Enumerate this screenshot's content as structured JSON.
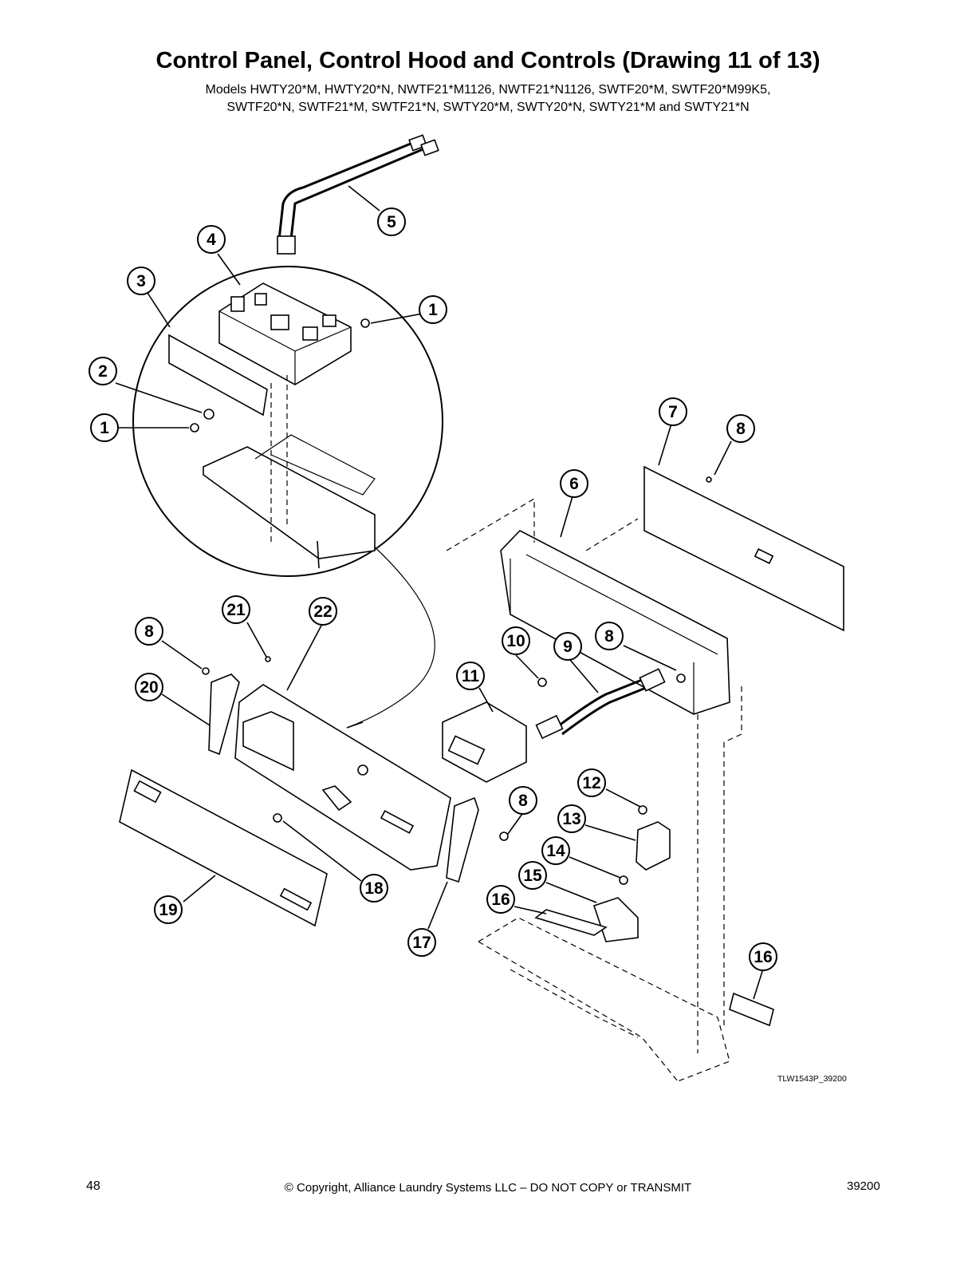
{
  "header": {
    "title": "Control Panel, Control Hood and Controls (Drawing 11 of 13)",
    "subtitle_line1": "Models HWTY20*M, HWTY20*N, NWTF21*M1126, NWTF21*N1126, SWTF20*M, SWTF20*M99K5,",
    "subtitle_line2": "SWTF20*N, SWTF21*M, SWTF21*N, SWTY20*M, SWTY20*N, SWTY21*M and SWTY21*N"
  },
  "diagram": {
    "drawing_id": "TLW1543P_39200",
    "callouts": [
      "5",
      "4",
      "3",
      "1",
      "2",
      "1",
      "7",
      "8",
      "6",
      "21",
      "22",
      "8",
      "10",
      "9",
      "8",
      "20",
      "11",
      "12",
      "13",
      "8",
      "14",
      "15",
      "16",
      "18",
      "19",
      "17",
      "16"
    ]
  },
  "footer": {
    "page_number": "48",
    "copyright": "© Copyright, Alliance Laundry Systems LLC – DO NOT COPY or TRANSMIT",
    "doc_number": "39200"
  }
}
